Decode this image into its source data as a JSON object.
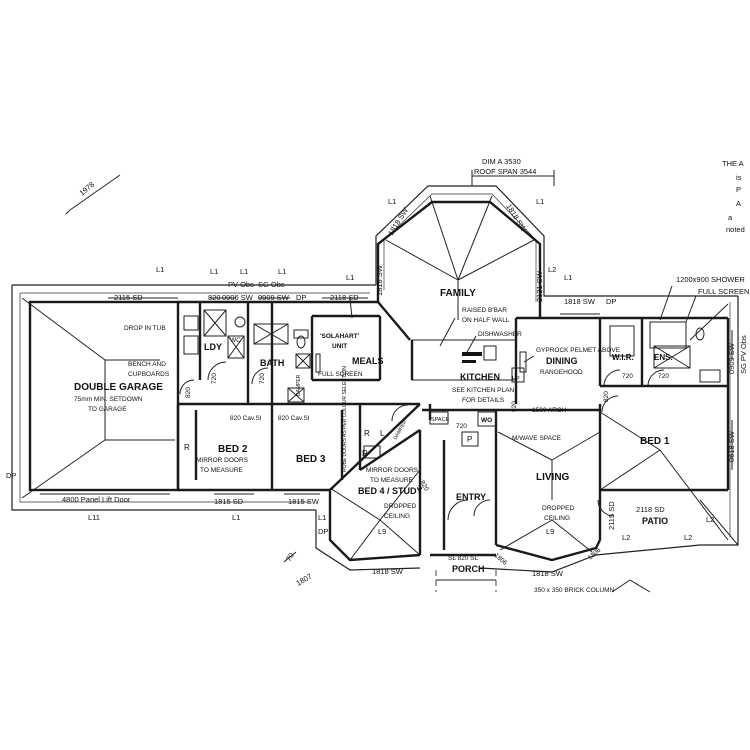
{
  "dims_top": {
    "dim_a": "DIM A  3530",
    "roof_span": "ROOF SPAN 3544",
    "d1978": "1978",
    "d1818_l": "1818 SW",
    "d1818_r": "1818 SW",
    "d2115": "2115 SD",
    "d820": "820",
    "d0906": "0906 SW",
    "pv_obs": "PV Obs",
    "sg_obs": "SG Obs",
    "d0909": "0909 SW",
    "dp1": "DP",
    "d2118": "2118 SD",
    "d2121": "2121 SW",
    "d1818_fam": "1818 SW",
    "d1818_fam2": "1818 SW",
    "dp2": "DP",
    "shower": "1200x900 SHOWER",
    "full_screen_top": "FULL SCREEN",
    "d0909_r": "0909 SW",
    "sg_pv_obs": "SG PV Obs",
    "d0618": "0618 SW",
    "l2_top": "L2"
  },
  "labels_l": {
    "l1_a": "L1",
    "l1_b": "L1",
    "l1_c": "L1",
    "l1_d": "L1",
    "l1_e": "L1",
    "l1_f": "L1",
    "l1_g": "L1",
    "l1_h": "L1",
    "l1_i": "L1",
    "l1_j": "L1",
    "l11": "L11",
    "l9_a": "L9",
    "l9_b": "L9",
    "l2_a": "L2",
    "l2_b": "L2",
    "l2_c": "L2"
  },
  "rooms": {
    "double_garage": "DOUBLE GARAGE",
    "garage_note1": "75mm MIN. SETDOWN",
    "garage_note2": "TO GARAGE",
    "drop_in_tub": "DROP IN TUB",
    "bench1": "BENCH AND",
    "bench2": "CUPBOARDS",
    "ldy": "LDY",
    "bath": "BATH",
    "wc": "WC",
    "solahart1": "'SOLAHART'",
    "solahart2": "UNIT",
    "meals": "MEALS",
    "full_screen": "FULL SCREEN",
    "family": "FAMILY",
    "raised1": "RAISED B'BAR",
    "raised2": "ON HALF WALL",
    "dishwasher": "DISHWASHER",
    "kitchen": "KITCHEN",
    "see_kitchen1": "SEE KITCHEN PLAN",
    "see_kitchen2": "FOR DETAILS",
    "gyprock": "GYPROCK PELMET ABOVE",
    "dining": "DINING",
    "rangehood": "RANGEHOOD",
    "wir": "W.I.R.",
    "ens": "ENS.",
    "bed1": "BED 1",
    "bed2": "BED 2",
    "mirror1": "MIRROR DOORS",
    "mirror2": "TO MEASURE",
    "bed3": "BED 3",
    "robe_note": "ROBE DOORS AS PER COLOUR SELECTION",
    "bed4": "BED 4 / STUDY",
    "mirror3": "MIRROR DOORS",
    "mirror4": "TO MEASURE",
    "dropped1": "DROPPED",
    "ceiling1": "CEILING",
    "entry": "ENTRY",
    "living": "LIVING",
    "dropped2": "DROPPED",
    "ceiling2": "CEILING",
    "patio": "PATIO",
    "porch": "PORCH",
    "microwave": "M/WAVE SPACE",
    "arch": "1500 ARCH",
    "arch_920": "920",
    "space": "SPACE",
    "wo": "WO",
    "p": "P",
    "r1": "R",
    "r2": "R",
    "r3": "R",
    "l_mark": "L",
    "hp": "HP",
    "dim_720a": "720",
    "dim_720b": "720",
    "dim_720c": "720",
    "dim_720d": "720",
    "dim_720e": "720",
    "dim_820a": "820",
    "dim_820b": "820",
    "dim_820c": "820",
    "dim_820csl1": "820 Cav.Sl",
    "dim_820csl2": "820 Cav.Sl",
    "dim_820sl": "SL 820 SL",
    "damper1": "DAMPER",
    "damper2": "DAMPER",
    "d2118sd": "2118 SD",
    "d2115sd": "2115 SD",
    "d1806": "1806",
    "d1806b": "1806",
    "brick_col": "350 x 350 BRICK COLUMN"
  },
  "dims_bottom": {
    "panel_lift": "4800 Panel Lift Door",
    "d1815a": "1815 SD",
    "d1815b": "1815 SW",
    "d1818_bl": "1818 SW",
    "d1818_br": "1818 SW",
    "dp_l": "DP",
    "dp_b": "DP",
    "d70": "70",
    "d1807": "1807"
  },
  "side_notes": {
    "n1": "THE A",
    "n2": "is",
    "n3": "P",
    "n4": "A",
    "n5": "a",
    "n6": "noted"
  }
}
